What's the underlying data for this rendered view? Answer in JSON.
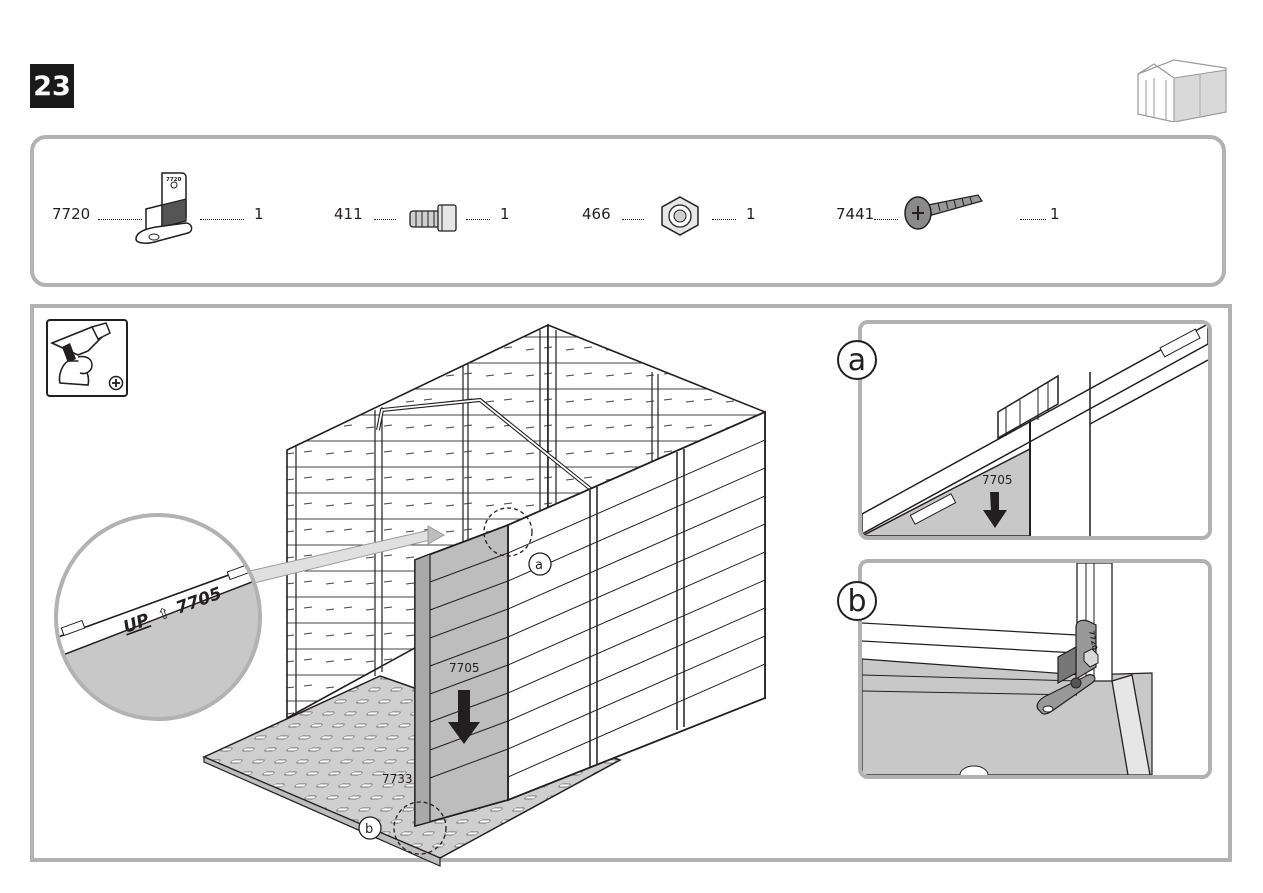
{
  "step": {
    "number": "23"
  },
  "parts": [
    {
      "code": "7720",
      "qty": "1",
      "icon": "angle-bracket-icon",
      "stamp": "7720"
    },
    {
      "code": "411",
      "qty": "1",
      "icon": "bolt-icon"
    },
    {
      "code": "466",
      "qty": "1",
      "icon": "hex-nut-icon"
    },
    {
      "code": "7441",
      "qty": "1",
      "icon": "screw-icon"
    }
  ],
  "tool": {
    "icon": "power-drill-icon",
    "bit_icon": "phillips-bit-icon"
  },
  "scene": {
    "panel_label": "7705",
    "floor_label": "7733",
    "callout_a": "a",
    "callout_b": "b",
    "zoom_text_up": "UP",
    "zoom_text_arrow": "⇧",
    "zoom_text_code": "7705"
  },
  "details": {
    "a": {
      "letter": "a",
      "label": "7705"
    },
    "b": {
      "letter": "b",
      "stamp": "7720"
    }
  },
  "colors": {
    "panel_gray": "#bdbdbd",
    "floor_gray": "#cfcfcf",
    "frame_gray": "#b2b2b2",
    "ink": "#231f20"
  }
}
